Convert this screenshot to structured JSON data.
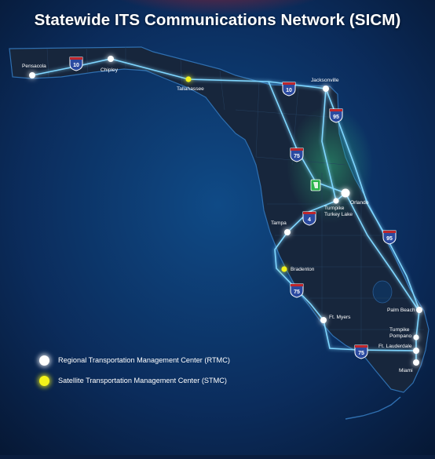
{
  "title": "Statewide ITS Communications Network (SICM)",
  "colors": {
    "rtmc": "#ffffff",
    "stmc": "#f2f21a",
    "network_line": "#7fd6ff",
    "land": "#16263d",
    "ocean": "#0b2a55",
    "interstate_shield": "#2b4aa0",
    "turnpike_sign": "#2bb34a"
  },
  "legend": {
    "rtmc_label": "Regional Transportation Management Center (RTMC)",
    "stmc_label": "Satellite Transportation Management Center (STMC)"
  },
  "cities": {
    "pensacola": "Pensacola",
    "chipley": "Chipley",
    "tallahassee": "Tallahassee",
    "jacksonville": "Jacksonville",
    "orlando": "Orlando",
    "turnpike": "Turnpike",
    "turkey_lake": "Turkey Lake",
    "tampa": "Tampa",
    "bradenton": "Bradenton",
    "ft_myers": "Ft. Myers",
    "palm_beach": "Palm Beach",
    "turnpike_pompano_1": "Turnpike",
    "turnpike_pompano_2": "Pompano",
    "ft_lauderdale": "Ft. Lauderdale",
    "miami": "Miami"
  },
  "shields": {
    "i10_west": "10",
    "i10_east": "10",
    "i95_north": "95",
    "i75_north": "75",
    "i4": "4",
    "i95_south": "95",
    "i75_south": "75",
    "i75_alley": "75"
  }
}
